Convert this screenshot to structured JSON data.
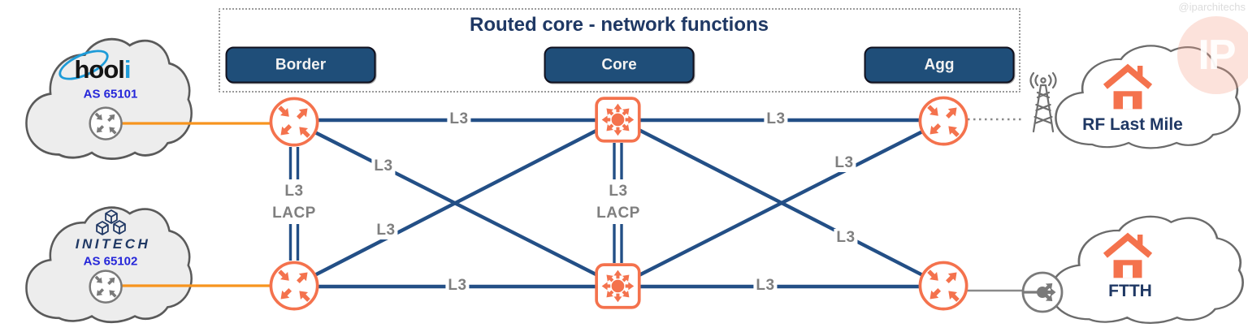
{
  "watermark": {
    "handle": "@iparchitechs",
    "badge": "IP"
  },
  "header": {
    "title": "Routed core - network functions",
    "columns": [
      "Border",
      "Core",
      "Agg"
    ]
  },
  "clouds": {
    "hooli": {
      "name_prefix": "hool",
      "name_suffix": "i",
      "as_number": "AS 65101"
    },
    "initech": {
      "name": "INITECH",
      "as_number": "AS 65102"
    },
    "rf_last_mile": {
      "label": "RF Last Mile"
    },
    "ftth": {
      "label": "FTTH"
    }
  },
  "links": {
    "l3": "L3",
    "bundle": {
      "l3": "L3",
      "lacp": "LACP"
    }
  },
  "colors": {
    "navy": "#1F3864",
    "link_blue": "#234F86",
    "button_blue": "#1F4E79",
    "router_orange": "#F4724D",
    "uplink_orange": "#F7941E",
    "label_gray": "#7F7F7F",
    "icon_gray": "#7a7a7a"
  }
}
